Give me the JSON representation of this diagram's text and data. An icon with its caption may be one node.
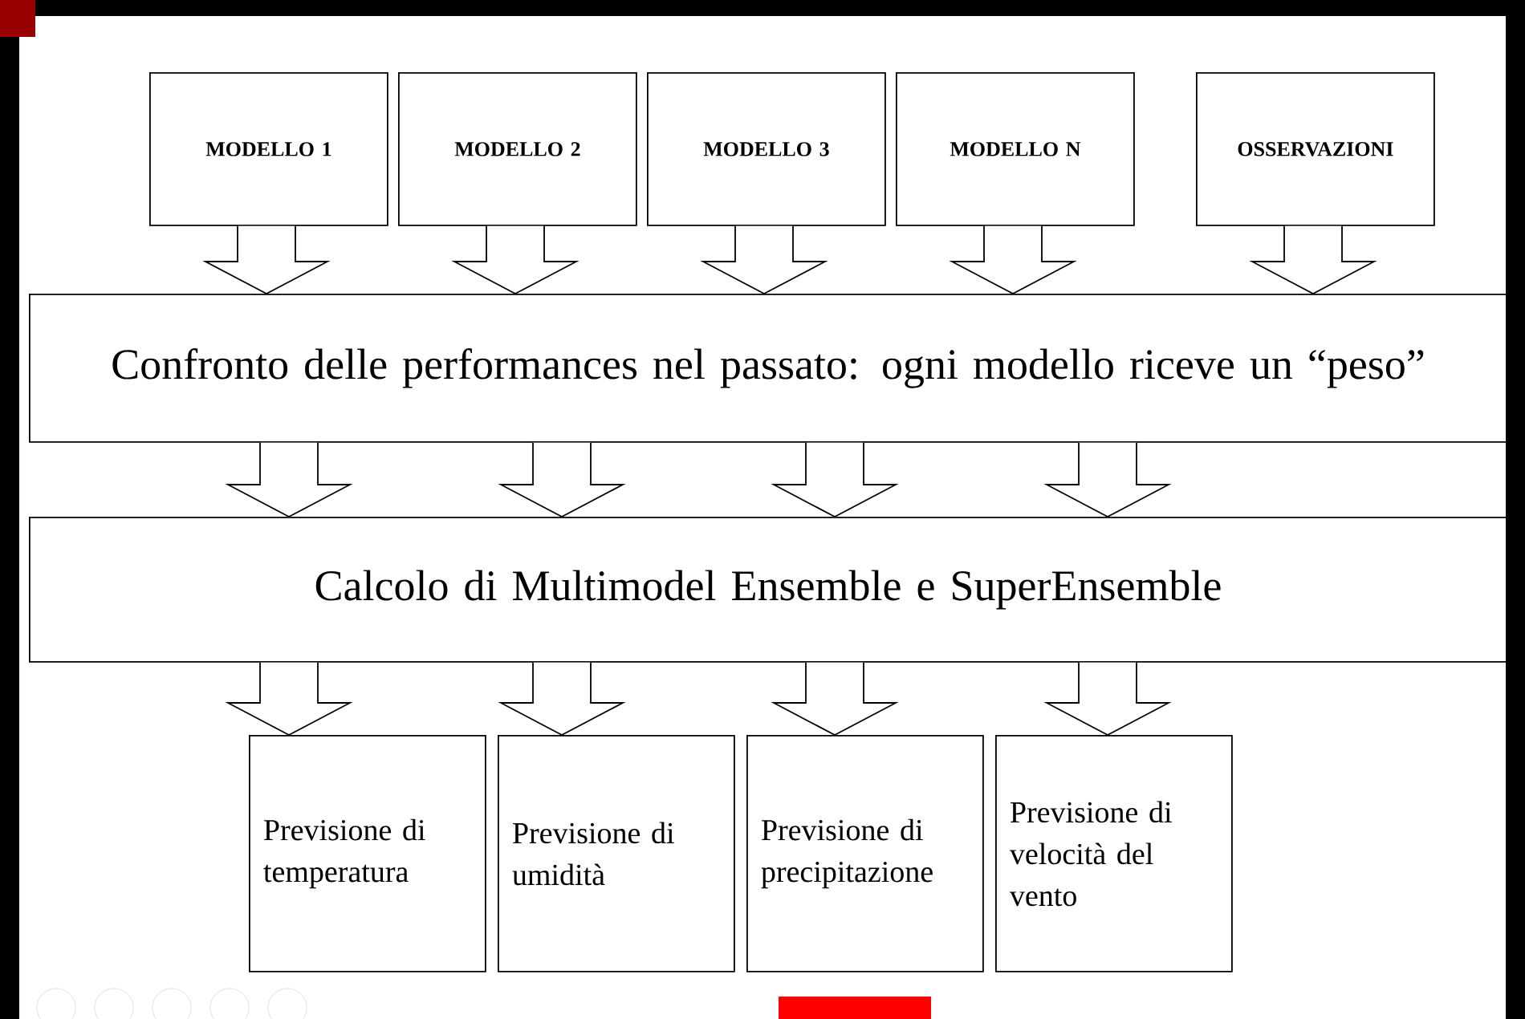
{
  "diagram": {
    "nodes": [
      {
        "text": [
          "MODELLO 1"
        ]
      },
      {
        "text": [
          "MODELLO 2"
        ]
      },
      {
        "text": [
          "MODELLO 3"
        ]
      },
      {
        "text": [
          "MODELLO N"
        ]
      },
      {
        "text": [
          "OSSERVAZIONI"
        ]
      },
      {
        "text": [
          "Confronto delle performances nel passato: ogni modello riceve un “peso”"
        ]
      },
      {
        "text": [
          "Calcolo di Multimodel Ensemble e SuperEnsemble"
        ]
      },
      {
        "text": [
          "Previsione di temperatura"
        ]
      },
      {
        "text": [
          "Previsione di umidità"
        ]
      },
      {
        "text": [
          "Previsione di precipitazione"
        ]
      },
      {
        "text": [
          "Previsione di velocità del vento"
        ]
      }
    ],
    "edges": [
      {
        "from": 0,
        "to": 5,
        "arrow": "to"
      },
      {
        "from": 1,
        "to": 5,
        "arrow": "to"
      },
      {
        "from": 2,
        "to": 5,
        "arrow": "to"
      },
      {
        "from": 3,
        "to": 5,
        "arrow": "to"
      },
      {
        "from": 4,
        "to": 5,
        "arrow": "to"
      },
      {
        "from": 5,
        "to": 6,
        "arrow": "to"
      },
      {
        "from": 5,
        "to": 6,
        "arrow": "to"
      },
      {
        "from": 5,
        "to": 6,
        "arrow": "to"
      },
      {
        "from": 5,
        "to": 6,
        "arrow": "to"
      },
      {
        "from": 6,
        "to": 7,
        "arrow": "to"
      },
      {
        "from": 6,
        "to": 8,
        "arrow": "to"
      },
      {
        "from": 6,
        "to": 9,
        "arrow": "to"
      },
      {
        "from": 6,
        "to": 10,
        "arrow": "to"
      }
    ]
  }
}
